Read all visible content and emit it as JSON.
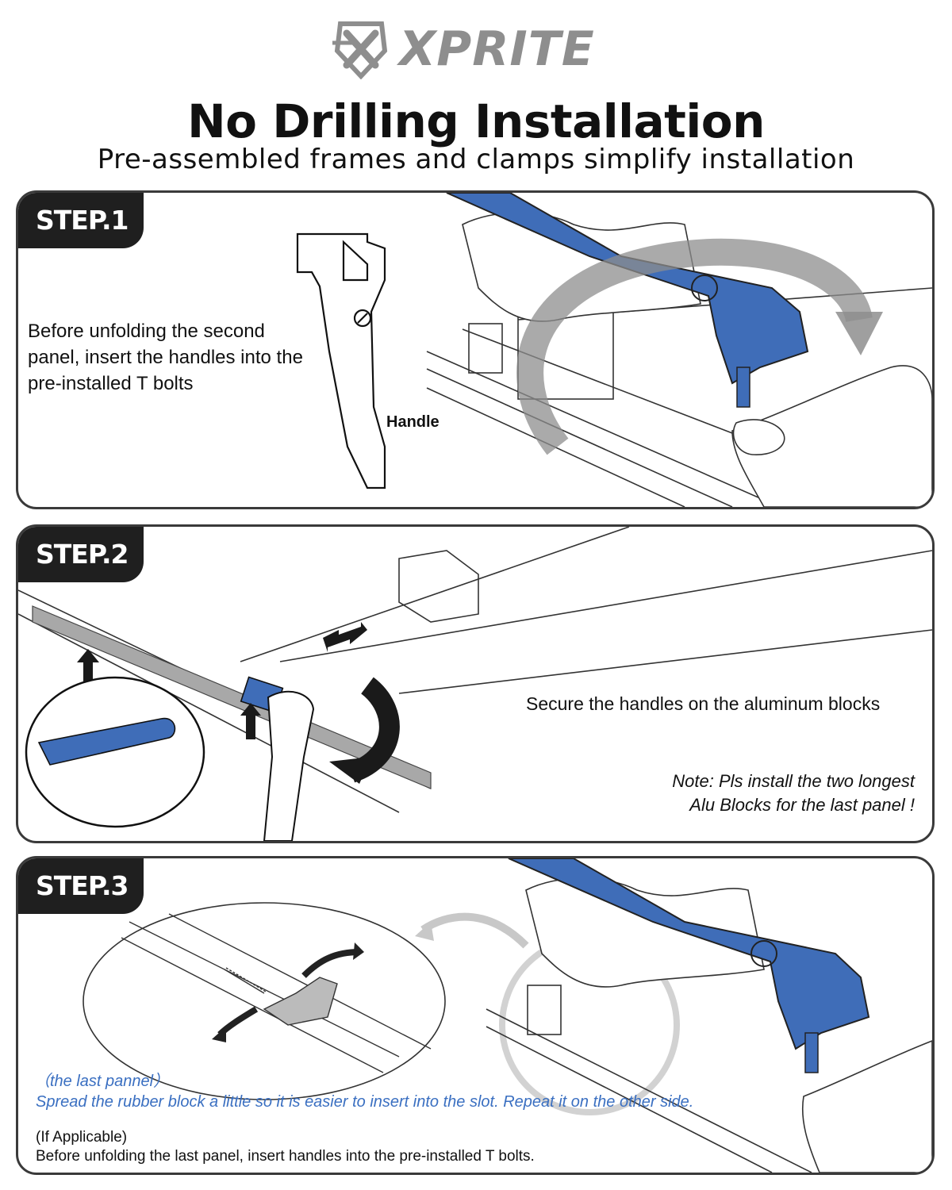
{
  "brand": {
    "name": "XPRITE",
    "logo_icon": "xprite-shield-icon"
  },
  "header": {
    "title": "No Drilling Installation",
    "subtitle": "Pre-assembled frames and clamps simplify installation"
  },
  "steps": [
    {
      "badge": "STEP.1",
      "text": "Before unfolding the second panel, insert the handles into the pre-installed T bolts",
      "label": "Handle"
    },
    {
      "badge": "STEP.2",
      "text": "Secure the handles on the aluminum blocks",
      "note_line1": "Note: Pls install the two longest",
      "note_line2": "Alu Blocks for the last panel !"
    },
    {
      "badge": "STEP.3",
      "blue_line1": "（the last pannel）",
      "blue_line2": "Spread the rubber block a little so it is easier to insert into the slot. Repeat it on the other side.",
      "black_line1": "(If Applicable)",
      "black_line2": "Before unfolding the last panel, insert handles into the pre-installed T bolts."
    }
  ],
  "colors": {
    "accent_blue": "#3f6db8",
    "badge_dark": "#1f1f1f",
    "logo_gray": "#8e8e8e",
    "note_blue": "#3a6fc1"
  }
}
